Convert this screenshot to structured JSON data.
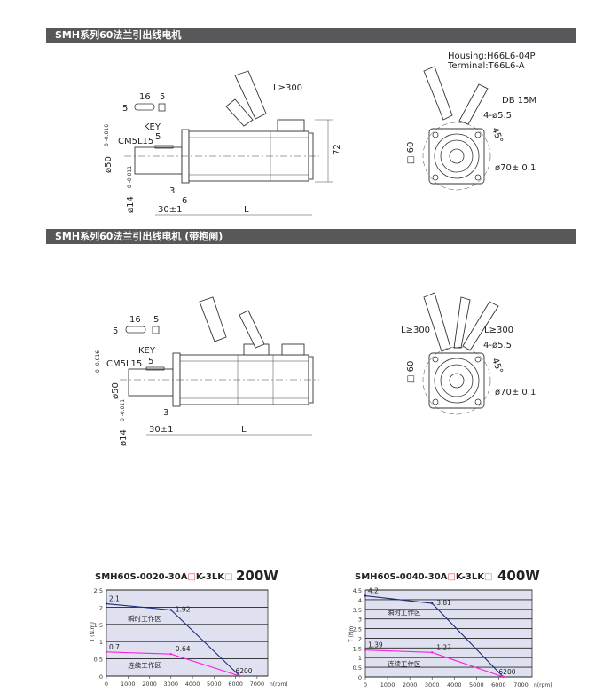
{
  "sections": [
    {
      "title": "SMH系列60法兰引出线电机"
    },
    {
      "title": "SMH系列60法兰引出线电机 (带抱闸)"
    }
  ],
  "drawing1": {
    "key_width": "16",
    "key_height": "5",
    "key_end": "5",
    "key_label": "KEY",
    "thread": "CM5L15",
    "key_offset": "5",
    "shaft_dia": "ø50",
    "shaft_dia_tol": "0 -0.016",
    "shaft_dia2": "ø14",
    "shaft_dia2_tol": "0 -0.011",
    "flange_3": "3",
    "flange_6": "6",
    "shaft_len": "30±1",
    "length": "L",
    "height": "72",
    "cable": "L≥300",
    "housing": "Housing:H66L6-04P",
    "terminal": "Terminal:T66L6-A",
    "db": "DB 15M",
    "holes": "4-ø5.5",
    "angle": "45°",
    "pcd": "ø70± 0.1",
    "square": "□ 60"
  },
  "drawing2": {
    "key_width": "16",
    "key_height": "5",
    "key_end": "5",
    "key_label": "KEY",
    "thread": "CM5L15",
    "key_offset": "5",
    "shaft_dia": "ø50",
    "shaft_dia_tol": "0 -0.016",
    "shaft_dia2": "ø14",
    "shaft_dia2_tol": "0 -0.011",
    "flange_3": "3",
    "shaft_len": "30±1",
    "length": "L",
    "cable_left": "L≥300",
    "cable_right": "L≥300",
    "holes": "4-ø5.5",
    "angle": "45°",
    "pcd": "ø70± 0.1",
    "square": "□ 60"
  },
  "chart_data": [
    {
      "type": "line",
      "title_prefix": "SMH60S-0020-30A",
      "title_mid": "K-3LK",
      "box": "□",
      "power": "200W",
      "xlabel": "n(rpm)",
      "ylabel": "T (N.m)",
      "xlim": [
        0,
        7500
      ],
      "ylim": [
        0,
        2.5
      ],
      "xticks": [
        "0",
        "1000",
        "2000",
        "3000",
        "4000",
        "5000",
        "6000",
        "7000"
      ],
      "yticks": [
        "0",
        "0.5",
        "1",
        "1.5",
        "2",
        "2.5"
      ],
      "ytick_values": [
        0,
        0.5,
        1,
        1.5,
        2,
        2.5
      ],
      "series": [
        {
          "name": "瞬时工作区",
          "color": "#1f2a7a",
          "x": [
            0,
            3000,
            6200
          ],
          "y": [
            2.1,
            1.92,
            0
          ]
        },
        {
          "name": "连续工作区",
          "color": "#ff1fe0",
          "x": [
            0,
            3000,
            6200
          ],
          "y": [
            0.7,
            0.64,
            0
          ]
        }
      ],
      "labels": [
        "2.1",
        "1.92",
        "0.7",
        "0.64",
        "6200"
      ],
      "regions": [
        "瞬时工作区",
        "连续工作区"
      ]
    },
    {
      "type": "line",
      "title_prefix": "SMH60S-0040-30A",
      "title_mid": "K-3LK",
      "box": "□",
      "power": "400W",
      "xlabel": "n(rpm)",
      "ylabel": "T (Nm)",
      "xlim": [
        0,
        7500
      ],
      "ylim": [
        0,
        4.5
      ],
      "xticks": [
        "0",
        "1000",
        "2000",
        "3000",
        "4000",
        "5000",
        "6000",
        "7000"
      ],
      "yticks": [
        "0",
        "0.5",
        "1",
        "1.5",
        "2",
        "2.5",
        "3",
        "3.5",
        "4",
        "4.5"
      ],
      "ytick_values": [
        0,
        0.5,
        1,
        1.5,
        2,
        2.5,
        3,
        3.5,
        4,
        4.5
      ],
      "series": [
        {
          "name": "瞬时工作区",
          "color": "#1f2a7a",
          "x": [
            0,
            3000,
            6200
          ],
          "y": [
            4.2,
            3.81,
            0
          ]
        },
        {
          "name": "连续工作区",
          "color": "#ff1fe0",
          "x": [
            0,
            3000,
            6200
          ],
          "y": [
            1.39,
            1.27,
            0
          ]
        }
      ],
      "labels": [
        "4.2",
        "3.81",
        "1.39",
        "1.27",
        "6200"
      ],
      "regions": [
        "瞬时工作区",
        "连续工作区"
      ]
    }
  ]
}
